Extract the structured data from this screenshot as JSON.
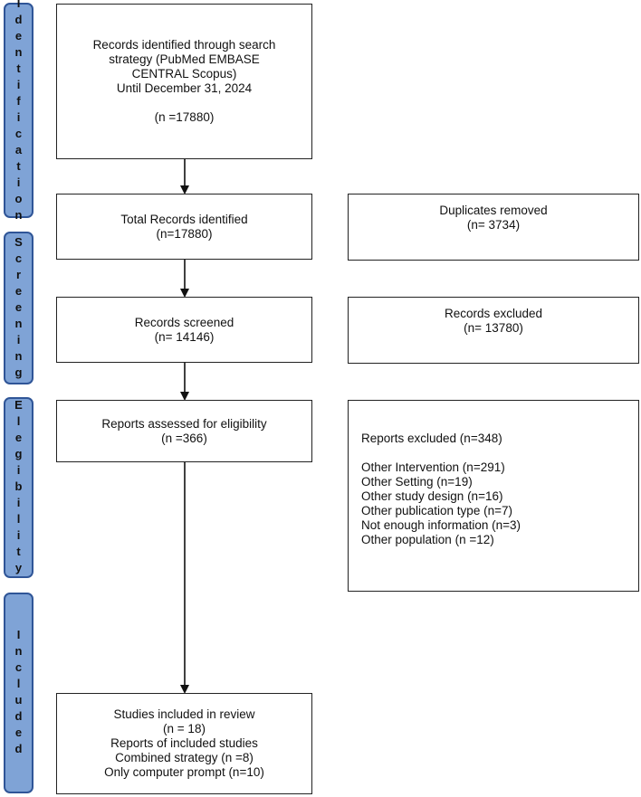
{
  "phases": {
    "identification": "Identification",
    "screening": "Screening",
    "elegibility": "Elegibility",
    "included": "Included"
  },
  "identified": {
    "lines": [
      "Records identified through search",
      "strategy (PubMed EMBASE",
      "CENTRAL Scopus)",
      "Until December 31, 2024"
    ],
    "count": "(n =17880)"
  },
  "total": {
    "title": "Total Records identified",
    "count": "(n=17880)"
  },
  "duplicates": {
    "title": "Duplicates removed",
    "count": "(n= 3734)"
  },
  "screened": {
    "title": "Records screened",
    "count": "(n= 14146)"
  },
  "records_excluded": {
    "title": "Records excluded",
    "count": "(n= 13780)"
  },
  "eligibility": {
    "title": "Reports assessed for eligibility",
    "count": "(n =366)"
  },
  "reports_excluded": {
    "title": "Reports excluded (n=348)",
    "reasons": [
      "Other Intervention (n=291)",
      "Other Setting (n=19)",
      "Other study design (n=16)",
      "Other publication type (n=7)",
      "Not enough information (n=3)",
      "Other population (n =12)"
    ]
  },
  "included": {
    "lines": [
      "Studies included in review",
      "(n = 18)",
      "Reports of included studies",
      "Combined strategy (n =8)",
      "Only computer prompt (n=10)"
    ]
  }
}
